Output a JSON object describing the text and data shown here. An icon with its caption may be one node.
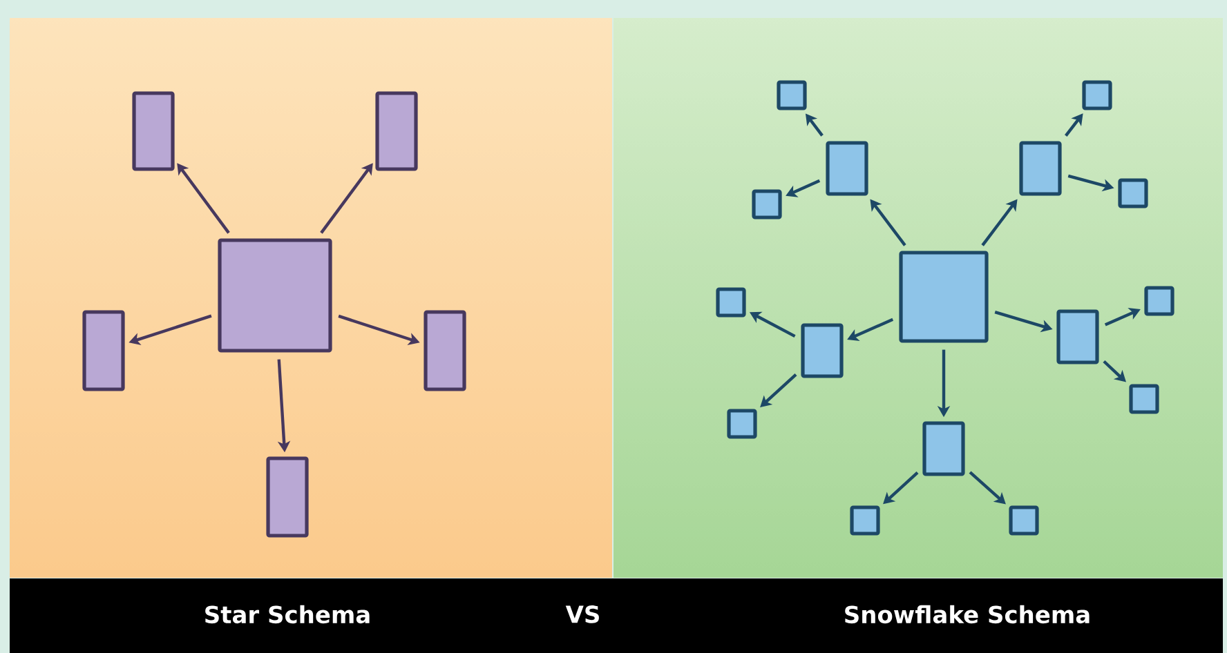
{
  "diagram": {
    "nodes": [
      {
        "text": [],
        "shape": "box"
      },
      {
        "text": [],
        "shape": "box"
      },
      {
        "text": [],
        "shape": "box"
      },
      {
        "text": [],
        "shape": "box"
      },
      {
        "text": [],
        "shape": "box"
      },
      {
        "text": [],
        "shape": "box"
      },
      {
        "text": [],
        "shape": "box"
      },
      {
        "text": [],
        "shape": "box"
      },
      {
        "text": [],
        "shape": "box"
      },
      {
        "text": [],
        "shape": "box"
      },
      {
        "text": [],
        "shape": "box"
      },
      {
        "text": [],
        "shape": "box"
      },
      {
        "text": [],
        "shape": "box"
      },
      {
        "text": [],
        "shape": "box"
      },
      {
        "text": [],
        "shape": "box"
      },
      {
        "text": [],
        "shape": "box"
      },
      {
        "text": [],
        "shape": "box"
      },
      {
        "text": [],
        "shape": "box"
      },
      {
        "text": [],
        "shape": "box"
      },
      {
        "text": [],
        "shape": "box"
      },
      {
        "text": [],
        "shape": "box"
      },
      {
        "text": [],
        "shape": "box"
      }
    ],
    "edges": [
      {
        "from": 0,
        "to": 1,
        "arrow": "to"
      },
      {
        "from": 0,
        "to": 2,
        "arrow": "to"
      },
      {
        "from": 0,
        "to": 3,
        "arrow": "to"
      },
      {
        "from": 0,
        "to": 4,
        "arrow": "to"
      },
      {
        "from": 0,
        "to": 5,
        "arrow": "to"
      },
      {
        "from": 6,
        "to": 7,
        "arrow": "to"
      },
      {
        "from": 6,
        "to": 8,
        "arrow": "to"
      },
      {
        "from": 6,
        "to": 9,
        "arrow": "to"
      },
      {
        "from": 6,
        "to": 10,
        "arrow": "to"
      },
      {
        "from": 6,
        "to": 11,
        "arrow": "to"
      },
      {
        "from": 7,
        "to": 12,
        "arrow": "to"
      },
      {
        "from": 7,
        "to": 13,
        "arrow": "to"
      },
      {
        "from": 8,
        "to": 14,
        "arrow": "to"
      },
      {
        "from": 8,
        "to": 15,
        "arrow": "to"
      },
      {
        "from": 9,
        "to": 16,
        "arrow": "to"
      },
      {
        "from": 9,
        "to": 17,
        "arrow": "to"
      },
      {
        "from": 10,
        "to": 18,
        "arrow": "to"
      },
      {
        "from": 10,
        "to": 19,
        "arrow": "to"
      },
      {
        "from": 11,
        "to": 20,
        "arrow": "to"
      },
      {
        "from": 11,
        "to": 21,
        "arrow": "to"
      }
    ],
    "labels": [
      "Star Schema",
      "VS",
      "Snowflake Schema"
    ]
  }
}
